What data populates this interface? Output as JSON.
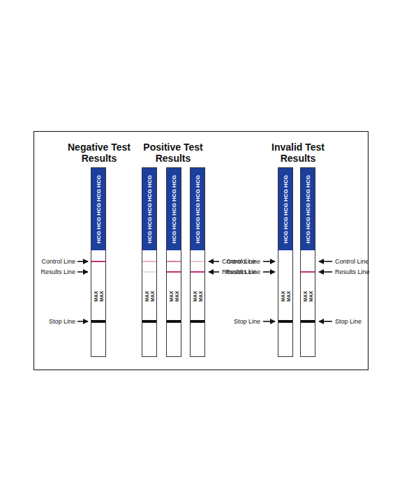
{
  "diagram": {
    "nodes": [
      {
        "text": [
          "HCG HCG HCG HCG HCG",
          "MAX",
          "MAX"
        ]
      },
      {
        "text": [
          "HCG HCG HCG HCG HCG",
          "MAX",
          "MAX"
        ]
      },
      {
        "text": [
          "HCG HCG HCG HCG HCG",
          "MAX",
          "MAX"
        ]
      },
      {
        "text": [
          "HCG HCG HCG HCG HCG",
          "MAX",
          "MAX"
        ]
      },
      {
        "text": [
          "HCG HCG HCG HCG HCG",
          "MAX",
          "MAX"
        ]
      },
      {
        "text": [
          "HCG HCG HCG HCG HCG",
          "MAX",
          "MAX"
        ]
      }
    ],
    "labels": [
      "Negative Test Results",
      "Positive Test Results",
      "Invalid Test Results",
      "Control Line",
      "Results Line",
      "Stop Line",
      "Control Line",
      "Results Line",
      "Control Line",
      "Results Line",
      "Stop Line",
      "Control Line",
      "Results Line",
      "Stop Line"
    ]
  }
}
